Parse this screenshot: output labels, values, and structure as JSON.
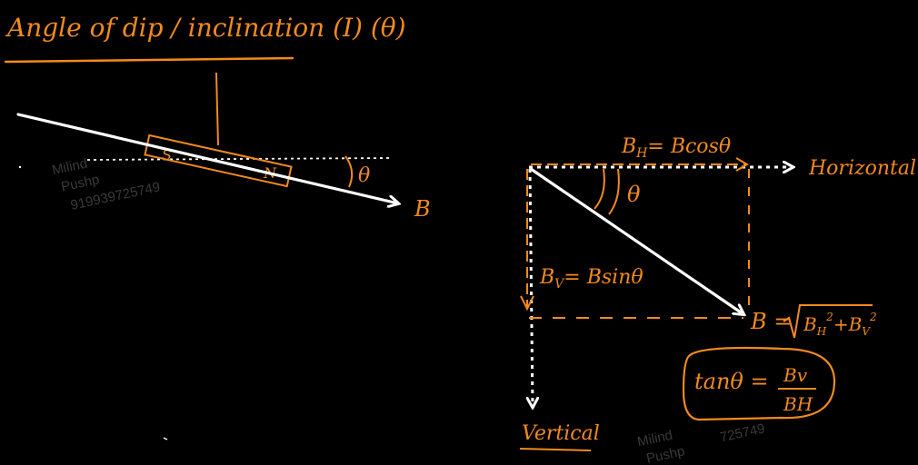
{
  "title": "Angle of dip / inclination (I) (θ)",
  "left_diagram": {
    "pole_s": "S",
    "pole_n": "N",
    "angle": "θ",
    "field": "B"
  },
  "right_diagram": {
    "bh_label": "B",
    "bh_sub": "H",
    "bh_eq": "= Bcosθ",
    "horizontal_label": "Horizontal",
    "angle": "θ",
    "bv_label": "B",
    "bv_sub": "V",
    "bv_eq": "= Bsinθ",
    "b_eq": "B = ",
    "b_rad": "B",
    "b_rad_sub1": "H",
    "b_rad_sup1": "2",
    "b_rad_plus": "+B",
    "b_rad_sub2": "V",
    "b_rad_sup2": "2",
    "vertical_label": "Vertical",
    "tan_lhs": "tanθ =",
    "tan_num": "Bv",
    "tan_den": "BH"
  },
  "watermark": {
    "name": "Milind",
    "name2": "Pushp",
    "phone": "919939725749",
    "phone_partial": "725749"
  },
  "colors": {
    "ink": "#f28a1e",
    "arrow": "#ffffff",
    "background": "#000000"
  }
}
